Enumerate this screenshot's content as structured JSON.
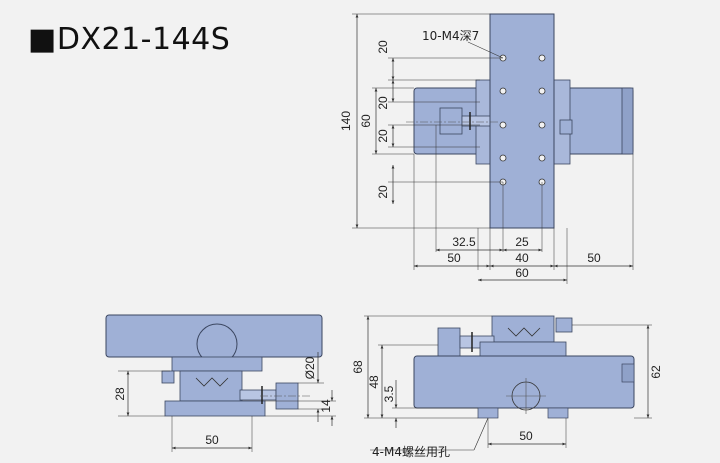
{
  "model": "DX21-144S",
  "model_mark": "■",
  "colors": {
    "body_fill": "#9fb0d6",
    "body_stroke": "#3b4660",
    "line": "#333333",
    "background": "#f2f2f2"
  },
  "top_view": {
    "hole_note": "10-M4深7",
    "dims": {
      "h_140": "140",
      "h_60": "60",
      "p_20_a": "20",
      "p_20_b": "20",
      "p_20_c": "20",
      "p_20_d": "20",
      "w_32_5": "32.5",
      "w_25": "25",
      "w_50_left": "50",
      "w_40": "40",
      "w_50_right": "50",
      "w_60": "60"
    }
  },
  "front_view": {
    "dims": {
      "h_28": "28",
      "d_20": "Ø20",
      "h_14": "14",
      "w_50": "50"
    }
  },
  "side_view": {
    "hole_note": "4-M4螺丝用孔",
    "dims": {
      "h_68": "68",
      "h_48": "48",
      "h_3_5": "3.5",
      "h_62": "62",
      "w_50": "50"
    }
  }
}
